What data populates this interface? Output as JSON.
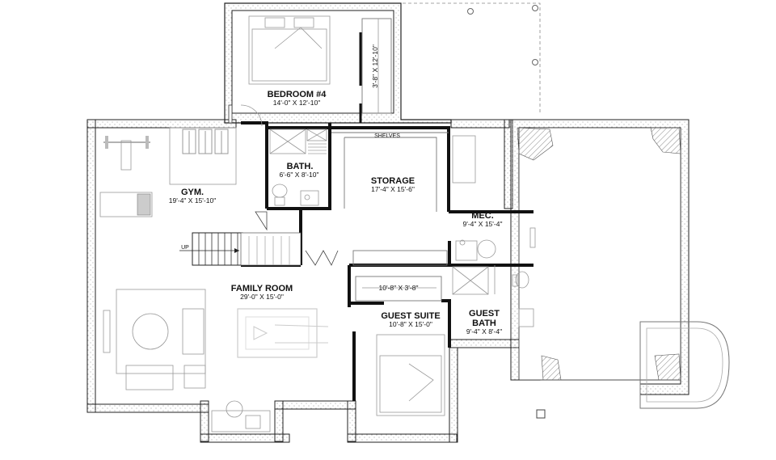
{
  "rooms": {
    "bedroom4": {
      "name": "BEDROOM #4",
      "dims": "14'-0\" X 12'-10\""
    },
    "closet_top": {
      "dims": "3'-8\" X 12'-10\""
    },
    "bath": {
      "name": "BATH.",
      "dims": "6'-6\" X 8'-10\""
    },
    "gym": {
      "name": "GYM.",
      "dims": "19'-4\" X 15'-10\""
    },
    "shelves": {
      "name": "SHELVES"
    },
    "storage": {
      "name": "STORAGE",
      "dims": "17'-4\" X 15'-6\""
    },
    "mec": {
      "name": "MEC.",
      "dims": "9'-4\" X 15'-4\""
    },
    "family_room": {
      "name": "FAMILY ROOM",
      "dims": "29'-0\" X 15'-0\""
    },
    "closet_guest": {
      "dims": "10'-8\" X 3'-8\""
    },
    "guest_suite": {
      "name": "GUEST SUITE",
      "dims": "10'-8\" X 15'-0\""
    },
    "guest_bath": {
      "name": "GUEST",
      "name2": "BATH",
      "dims": "9'-4\" X 8'-4\""
    }
  },
  "stairs": {
    "label": "UP"
  },
  "colors": {
    "wall": "#222222",
    "fixture": "#999999",
    "hatch": "#888888"
  }
}
